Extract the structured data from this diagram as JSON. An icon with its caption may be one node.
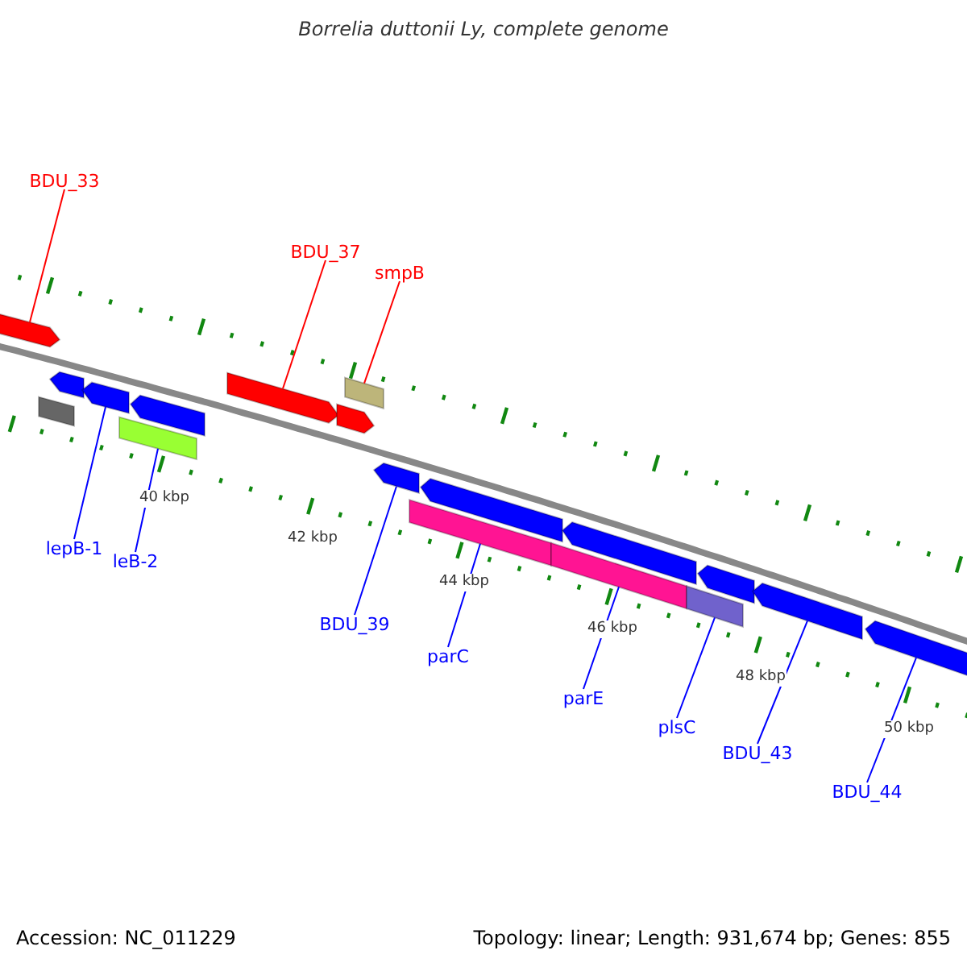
{
  "diagram": {
    "title": "Borrelia duttonii Ly, complete genome",
    "nodes": [
      {
        "text": [
          "BDU_33"
        ]
      },
      {
        "text": [
          "BDU_37"
        ]
      },
      {
        "text": [
          "smpB"
        ]
      },
      {
        "text": [
          "lepB-1"
        ]
      },
      {
        "text": [
          "leB-2"
        ]
      },
      {
        "text": [
          "BDU_39"
        ]
      },
      {
        "text": [
          "parC"
        ]
      },
      {
        "text": [
          "parE"
        ]
      },
      {
        "text": [
          "plsC"
        ]
      },
      {
        "text": [
          "BDU_43"
        ]
      },
      {
        "text": [
          "BDU_44"
        ]
      },
      {
        "text": [],
        "shape": "bar"
      },
      {
        "text": [],
        "shape": "bar"
      },
      {
        "text": [],
        "shape": "bar"
      },
      {
        "text": [],
        "shape": "bar"
      },
      {
        "text": [],
        "shape": "bar"
      },
      {
        "text": [],
        "shape": "bar"
      },
      {
        "text": [],
        "shape": "bar"
      },
      {
        "text": [],
        "shape": "bar"
      },
      {
        "text": [],
        "shape": "bar"
      },
      {
        "text": [],
        "shape": "bar"
      },
      {
        "text": [],
        "shape": "bar"
      },
      {
        "text": [],
        "shape": "bar"
      },
      {
        "text": [],
        "shape": "bar"
      },
      {
        "text": [],
        "shape": "bar"
      },
      {
        "text": [],
        "shape": "bar"
      },
      {
        "text": [],
        "shape": "bar"
      },
      {
        "text": [],
        "shape": "bar"
      },
      {
        "text": [],
        "shape": "bar"
      }
    ],
    "edges": [
      {
        "from": 0,
        "to": 11,
        "arrow": "none",
        "color": "#ff0000"
      },
      {
        "from": 1,
        "to": 17,
        "arrow": "none",
        "color": "#ff0000"
      },
      {
        "from": 2,
        "to": 19,
        "arrow": "none",
        "color": "#ff0000"
      },
      {
        "from": 3,
        "to": 14,
        "arrow": "none"
      },
      {
        "from": 4,
        "to": 15,
        "arrow": "none"
      },
      {
        "from": 5,
        "to": 20,
        "arrow": "none"
      },
      {
        "from": 6,
        "to": 21,
        "arrow": "none"
      },
      {
        "from": 7,
        "to": 23,
        "arrow": "none"
      },
      {
        "from": 8,
        "to": 25,
        "arrow": "none"
      },
      {
        "from": 9,
        "to": 27,
        "arrow": "none"
      },
      {
        "from": 10,
        "to": 28,
        "arrow": "none"
      }
    ],
    "labels": [
      "40 kbp",
      "42 kbp",
      "44 kbp",
      "46 kbp",
      "48 kbp",
      "50 kbp",
      "Accession: NC_011229",
      "Topology: linear; Length: 931,674 bp; Genes: 855"
    ]
  }
}
